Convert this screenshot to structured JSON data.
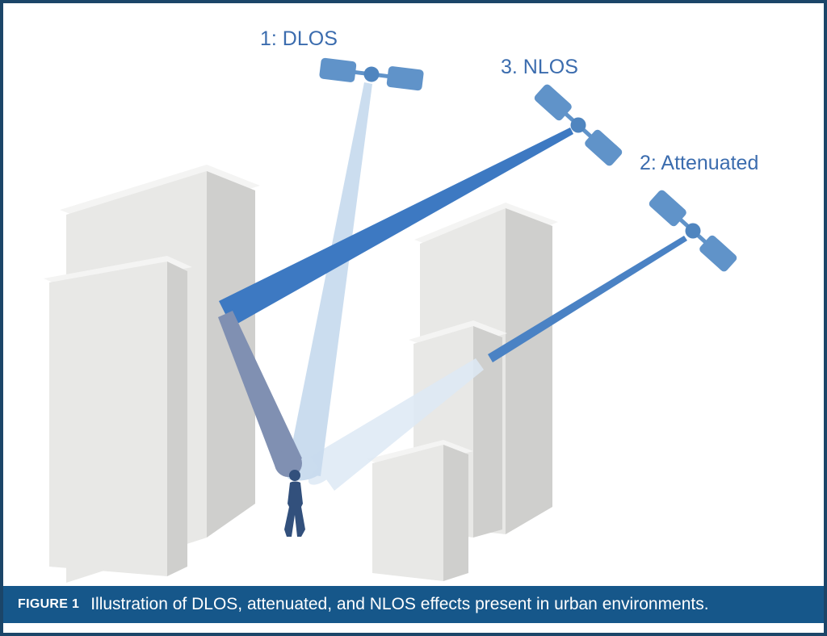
{
  "caption": {
    "label": "FIGURE 1",
    "text": "Illustration of DLOS, attenuated, and NLOS effects present in urban environments."
  },
  "annotations": {
    "dlos": "1: DLOS",
    "nlos": "3. NLOS",
    "attenuated": "2: Attenuated"
  },
  "icons": {
    "satellite_1": "satellite-icon",
    "satellite_2": "satellite-icon",
    "satellite_3": "satellite-icon",
    "person": "pedestrian-icon"
  },
  "colors": {
    "label_text": "#3b6cae",
    "satellite_panel": "#6093c9",
    "satellite_body": "#4f85bf",
    "beam_dlos": "#c8dbee",
    "beam_nlos_incident": "#3d79c2",
    "beam_nlos_reflected": "#8090b2",
    "beam_attenuated": "#4a82c4",
    "beam_attenuated_faded": "#dde9f5",
    "building_front": "#e8e8e6",
    "building_side": "#cfcfcd",
    "building_roof": "#f4f4f3",
    "person": "#32507c",
    "caption_bar": "#16578a",
    "caption_text": "#ffffff",
    "border": "#1b4568",
    "background": "#ffffff"
  }
}
